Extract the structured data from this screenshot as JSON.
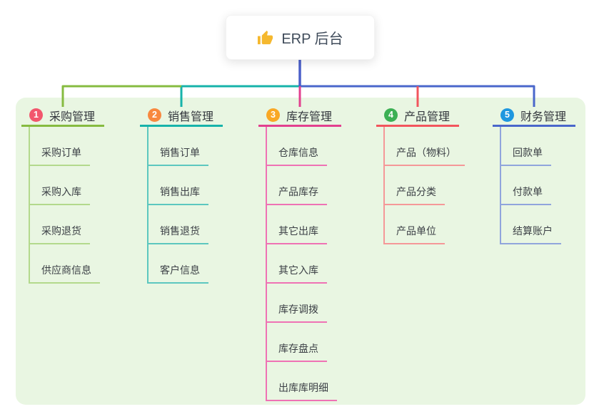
{
  "root": {
    "title": "ERP 后台",
    "icon": "thumbs-up-icon",
    "icon_color": "#f5b82e"
  },
  "colors": {
    "panel_bg": "#e9f6e2",
    "root_connector": "#4a5fc9",
    "text": "#3c4046"
  },
  "branches": [
    {
      "badge": "1",
      "title": "采购管理",
      "badge_color": "#f2566d",
      "line_color": "#86bb40",
      "item_line_color": "#b3d98c",
      "items": [
        "采购订单",
        "采购入库",
        "采购退货",
        "供应商信息"
      ]
    },
    {
      "badge": "2",
      "title": "销售管理",
      "badge_color": "#f8883f",
      "line_color": "#17b3aa",
      "item_line_color": "#5cc7bf",
      "items": [
        "销售订单",
        "销售出库",
        "销售退货",
        "客户信息"
      ]
    },
    {
      "badge": "3",
      "title": "库存管理",
      "badge_color": "#f9a825",
      "line_color": "#e2408f",
      "item_line_color": "#ef72b4",
      "items": [
        "仓库信息",
        "产品库存",
        "其它出库",
        "其它入库",
        "库存调拨",
        "库存盘点",
        "出库库明细"
      ]
    },
    {
      "badge": "4",
      "title": "产品管理",
      "badge_color": "#3cb054",
      "line_color": "#f2555d",
      "item_line_color": "#f59898",
      "items": [
        "产品（物料）",
        "产品分类",
        "产品单位"
      ]
    },
    {
      "badge": "5",
      "title": "财务管理",
      "badge_color": "#1e97df",
      "line_color": "#4a67cb",
      "item_line_color": "#90a5dc",
      "items": [
        "回款单",
        "付款单",
        "结算账户"
      ]
    }
  ]
}
